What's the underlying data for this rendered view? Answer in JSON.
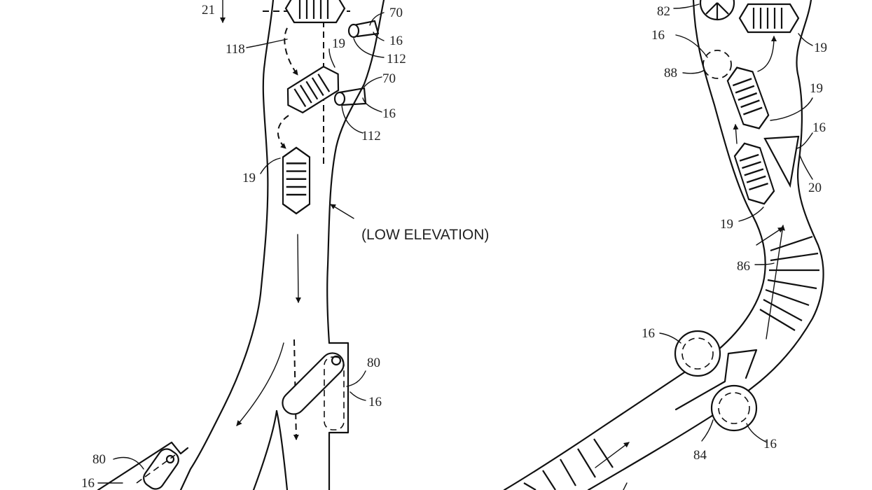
{
  "labels": {
    "l21": "21",
    "l118": "118",
    "l70a": "70",
    "l16a": "16",
    "l112a": "112",
    "l19a": "19",
    "l70b": "70",
    "l16b": "16",
    "l112b": "112",
    "l19b": "19",
    "low_elevation": "(LOW ELEVATION)",
    "l80a": "80",
    "l16c": "16",
    "l80b": "80",
    "l16d": "16",
    "l82": "82",
    "l16e": "16",
    "l88": "88",
    "l19c": "19",
    "l19d": "19",
    "l16f": "16",
    "l20": "20",
    "l19e": "19",
    "l86": "86",
    "l16g": "16",
    "l16h": "16",
    "l84": "84"
  }
}
